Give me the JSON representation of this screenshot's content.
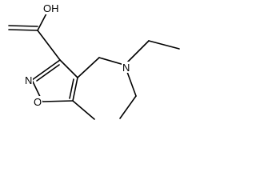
{
  "molecule": {
    "labels": {
      "carboxylic_oh": "OH",
      "ring_nitrogen": "N",
      "ring_oxygen": "O",
      "amine_nitrogen": "N"
    }
  }
}
